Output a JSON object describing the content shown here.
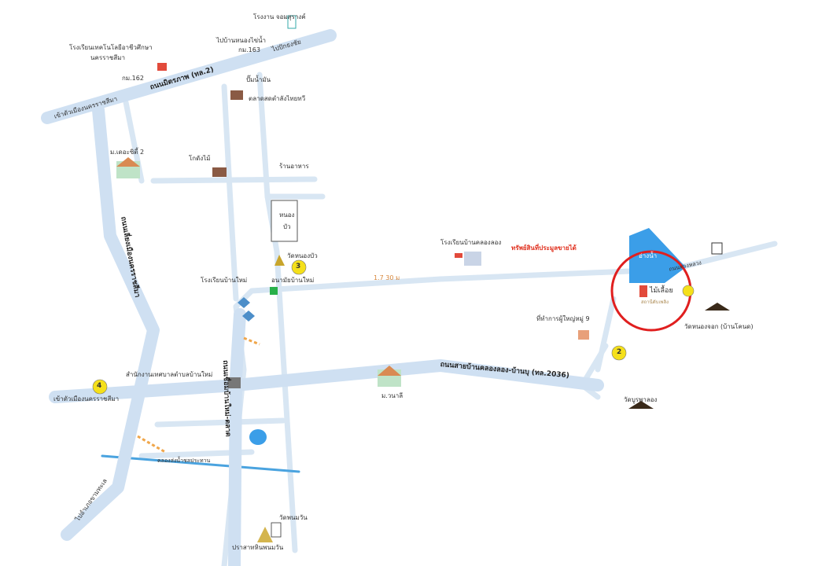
{
  "map": {
    "roads": {
      "mittraphap": "ถนนมิตรภาพ (ทล.2)",
      "bypass": "ถนนเลี่ยงเมืองนครราชสีมา",
      "ban_klong": "ถนนสายบ้านคลองลอง-บ้านบุ (ทล.2036)",
      "vertical_main": "ถนนเชื่อมบ้านใหม่-ตลาด"
    },
    "directions": {
      "to_city_top": "เข้าตัวเมืองนครราชสีมา",
      "to_city_bottom": "เข้าตัวเมืองนครราชสีมา",
      "to_hua_thale": "ไปบ้านหนองไข่น้ำ",
      "to_pak_chong": "ไปปักธงชัย",
      "to_khon_kaen": "ไปอำเภอขามทะเล",
      "canal": "คลองส่งน้ำชลประทาน"
    },
    "landmarks": {
      "school_top": "โรงเรียนเทคโนโลยีอาชีวศึกษา",
      "school_top_2": "นครราชสีมา",
      "km162": "กม.162",
      "km163": "กม.163",
      "factory": "โรงงาน จอมสุรางค์",
      "gas_station": "ปั๊มน้ำมัน",
      "supermarket": "ตลาดสดตำลังไทยทวี",
      "village_top": "ม.เดอะซิตี้ 2",
      "wood_shop": "โกดังไม้",
      "restaurant": "ร้านอาหาร",
      "pond": "หนอง",
      "pond_2": "บัว",
      "temple_nong_bua": "วัดหนองบัว",
      "school_ban_mai": "โรงเรียนบ้านใหม่",
      "health_center": "อนามัยบ้านใหม่",
      "distance": "1.7 30 ม",
      "school_klong": "โรงเรียนบ้านคลองลอง",
      "property": "ทรัพย์สินที่ประมูลขายได้",
      "lake_label": "อ่างน้ำ",
      "target": "ไม้เลื้อย",
      "target_sub": "สถานีดับเพลิง",
      "road_right": "ถนนทางหลวง",
      "temple_right": "วัดหนองจอก (บ้านโคนด)",
      "headman": "ที่ทำการผู้ใหญ่หมู่ 9",
      "temple_bottom_right": "วัดบูรพาลอง",
      "village_bottom": "ม.วนาลี",
      "municipal": "สำนักงานเทศบาลตำบลบ้านใหม่",
      "temple_bottom": "วัดพนมวัน",
      "prasat": "ปราสาทหินพนมวัน",
      "marker_2": "2",
      "marker_3": "3",
      "marker_4": "4"
    },
    "colors": {
      "road": "#d2e3f3",
      "road_edge": "#b9cfe4",
      "lake": "#3b9ee8",
      "canal": "#4aa3df",
      "marker": "#f5e01a",
      "highlight_circle": "#e01f1f",
      "red_text": "#e0301e"
    }
  }
}
